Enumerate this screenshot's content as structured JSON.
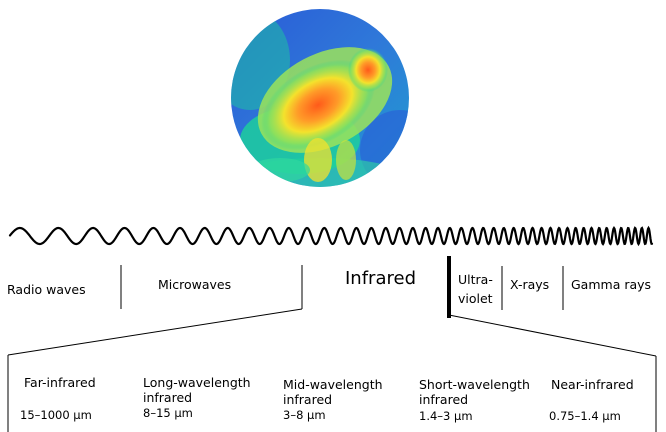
{
  "colors": {
    "ink": "#000000",
    "background": "#ffffff",
    "thermal_cold": "#2a5bd7",
    "thermal_mid": "#1bd39a",
    "thermal_warm": "#f4e22c",
    "thermal_hot": "#ff5a1a"
  },
  "image": {
    "description_icon": "thermal-cat-image"
  },
  "spectrum": {
    "bands": [
      {
        "label": "Radio waves"
      },
      {
        "label": "Microwaves"
      },
      {
        "label": "Infrared"
      },
      {
        "label": "Ultra-\nviolet"
      },
      {
        "label": "X-rays"
      },
      {
        "label": "Gamma rays"
      }
    ]
  },
  "infrared_subbands": [
    {
      "name": "Far-infrared",
      "range": "15–1000 μm"
    },
    {
      "name": "Long-wavelength infrared",
      "range": "8–15 μm"
    },
    {
      "name": "Mid-wavelength infrared",
      "range": "3–8 μm"
    },
    {
      "name": "Short-wavelength infrared",
      "range": "1.4–3 μm"
    },
    {
      "name": "Near-infrared",
      "range": "0.75–1.4 μm"
    }
  ]
}
